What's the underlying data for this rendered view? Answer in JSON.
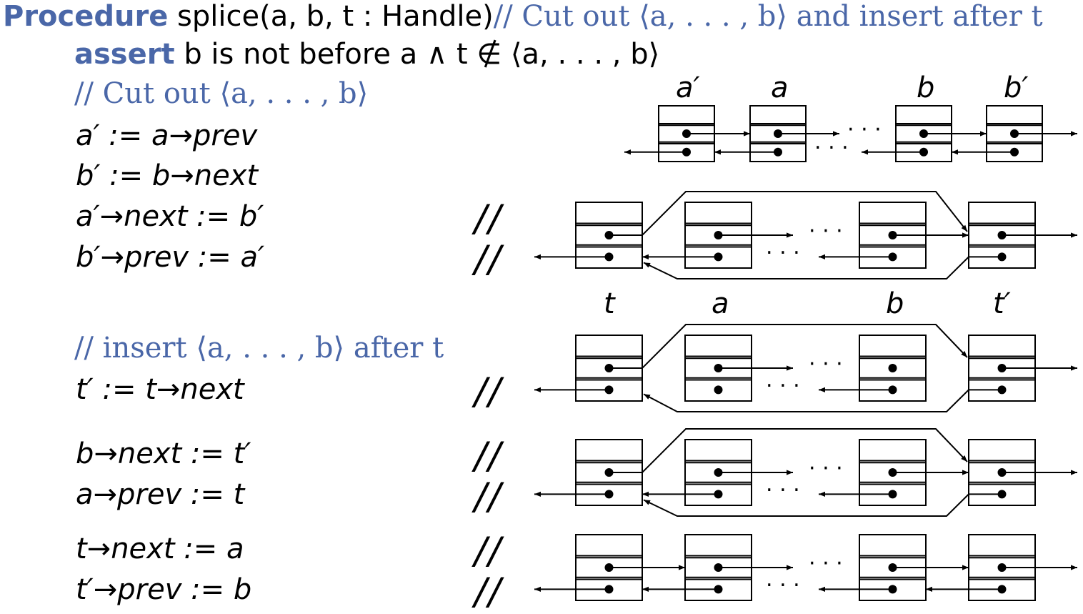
{
  "header": {
    "keyword": "Procedure",
    "signature": "splice(a, b, t : Handle)",
    "comment": "// Cut out ⟨a, . . . , b⟩ and insert after t"
  },
  "assert_line": {
    "keyword": "assert",
    "text": "b is not before a ∧ t ∉ ⟨a, . . . , b⟩"
  },
  "section_cut": {
    "comment": "// Cut out ⟨a, . . . , b⟩",
    "lines": [
      "a′ := a→prev",
      "b′ := b→next",
      "a′→next := b′",
      "b′→prev := a′"
    ]
  },
  "section_insert": {
    "comment": "// insert ⟨a, . . . , b⟩ after t",
    "lines": [
      "t′ := t→next",
      "b→next := t′",
      "a→prev := t",
      "t→next := a",
      "t′→prev := b"
    ]
  },
  "comment_marker": "//",
  "diagram_labels": {
    "top": [
      "a′",
      "a",
      "b",
      "b′"
    ],
    "middle": [
      "t",
      "a",
      "b",
      "t′"
    ],
    "ellipsis": "· · ·"
  }
}
